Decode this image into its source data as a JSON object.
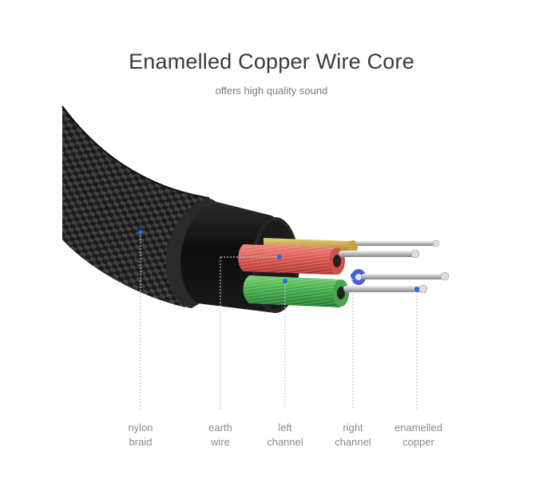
{
  "header": {
    "title": "Enamelled Copper Wire Core",
    "subtitle": "offers high quality sound"
  },
  "labels": [
    {
      "line1": "nylon",
      "line2": "braid"
    },
    {
      "line1": "earth",
      "line2": "wire"
    },
    {
      "line1": "left",
      "line2": "channel"
    },
    {
      "line1": "right",
      "line2": "channel"
    },
    {
      "line1": "enamelled",
      "line2": "copper"
    }
  ],
  "colors": {
    "callout": "#1e6fd9",
    "callout_line": "#a9cde0",
    "braid": "#2a2a2a",
    "jacket": "#111111",
    "left_channel": "#e0605a",
    "earth_wire": "#4cb14f",
    "right_channel": "#4a5fd6",
    "gold_wire": "#c9a63a",
    "copper_strand": "#c8c8c8"
  }
}
